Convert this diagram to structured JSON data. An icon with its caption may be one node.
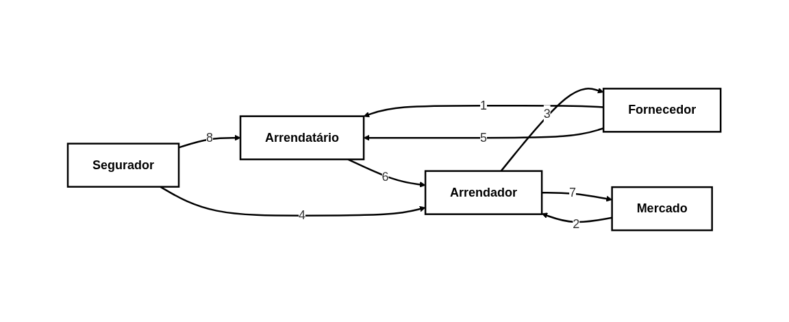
{
  "diagram": {
    "nodes": [
      {
        "text": [
          "Arrendatário"
        ]
      },
      {
        "text": [
          "Fornecedor"
        ]
      },
      {
        "text": [
          "Arrendador"
        ]
      },
      {
        "text": [
          "Segurador"
        ]
      },
      {
        "text": [
          "Mercado"
        ]
      }
    ],
    "edges": [
      {
        "from": 1,
        "to": 0,
        "arrow": "to",
        "label": "1"
      },
      {
        "from": 1,
        "to": 0,
        "arrow": "to",
        "label": "5"
      },
      {
        "from": 2,
        "to": 1,
        "arrow": "to",
        "label": "3"
      },
      {
        "from": 0,
        "to": 2,
        "arrow": "to",
        "label": "6"
      },
      {
        "from": 3,
        "to": 2,
        "arrow": "to",
        "label": "4"
      },
      {
        "from": 3,
        "to": 0,
        "arrow": "to",
        "label": "8"
      },
      {
        "from": 4,
        "to": 2,
        "arrow": "to",
        "label": "2"
      },
      {
        "from": 2,
        "to": 4,
        "arrow": "to",
        "label": "7"
      }
    ]
  }
}
